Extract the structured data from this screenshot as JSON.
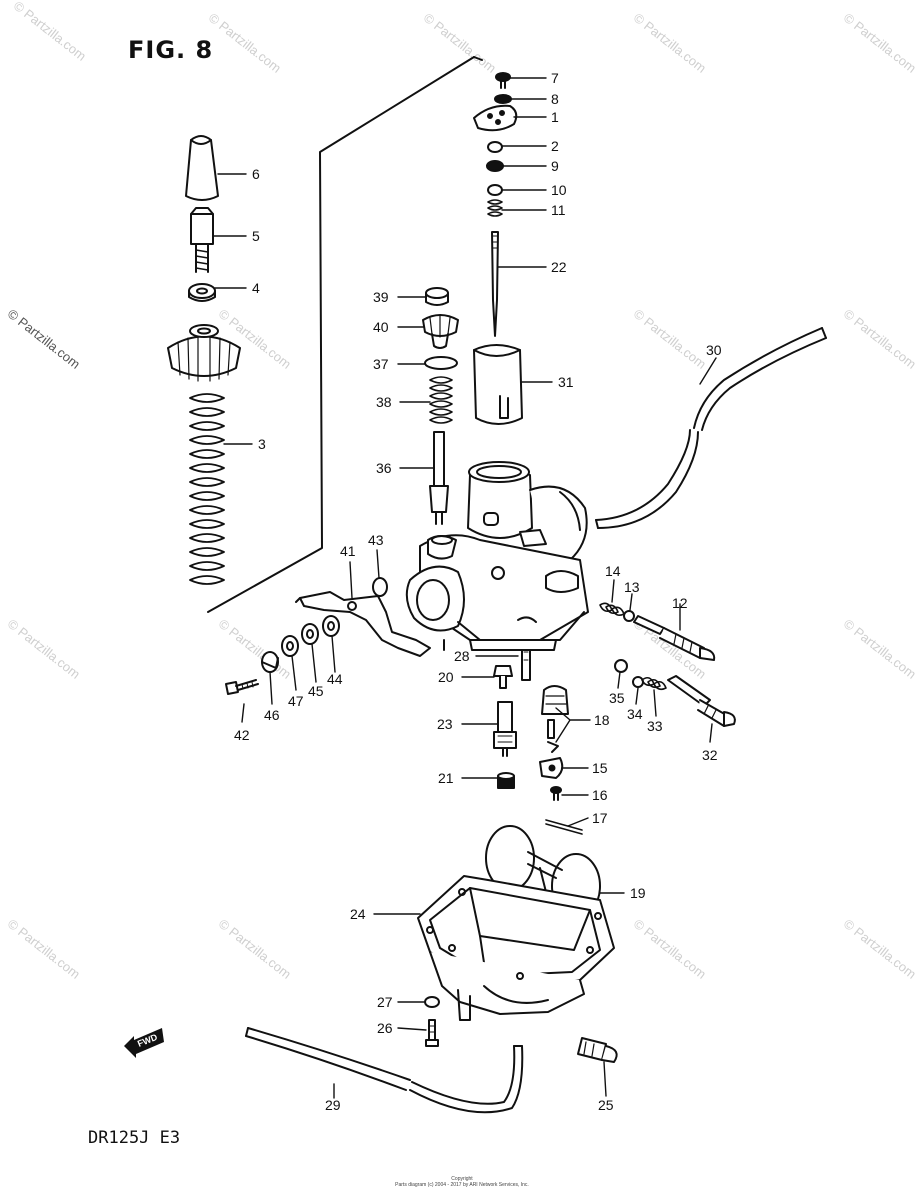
{
  "figure": {
    "title": "FIG. 8",
    "model": "DR125J  E3",
    "copyright_lines": [
      "Copyright",
      "Parts diagram (c) 2004 - 2017 by ARI Network Services, Inc."
    ],
    "watermark": "© Partzilla.com",
    "fwd_marker": "FWD"
  },
  "callouts": [
    {
      "id": "7",
      "label": "7"
    },
    {
      "id": "8",
      "label": "8"
    },
    {
      "id": "1",
      "label": "1"
    },
    {
      "id": "2",
      "label": "2"
    },
    {
      "id": "9",
      "label": "9"
    },
    {
      "id": "10",
      "label": "10"
    },
    {
      "id": "11",
      "label": "11"
    },
    {
      "id": "22",
      "label": "22"
    },
    {
      "id": "6",
      "label": "6"
    },
    {
      "id": "5",
      "label": "5"
    },
    {
      "id": "4",
      "label": "4"
    },
    {
      "id": "3",
      "label": "3"
    },
    {
      "id": "39",
      "label": "39"
    },
    {
      "id": "40",
      "label": "40"
    },
    {
      "id": "37",
      "label": "37"
    },
    {
      "id": "38",
      "label": "38"
    },
    {
      "id": "36",
      "label": "36"
    },
    {
      "id": "31",
      "label": "31"
    },
    {
      "id": "30",
      "label": "30"
    },
    {
      "id": "41",
      "label": "41"
    },
    {
      "id": "43",
      "label": "43"
    },
    {
      "id": "14",
      "label": "14"
    },
    {
      "id": "13",
      "label": "13"
    },
    {
      "id": "12",
      "label": "12"
    },
    {
      "id": "28",
      "label": "28"
    },
    {
      "id": "20",
      "label": "20"
    },
    {
      "id": "42",
      "label": "42"
    },
    {
      "id": "46",
      "label": "46"
    },
    {
      "id": "47",
      "label": "47"
    },
    {
      "id": "45",
      "label": "45"
    },
    {
      "id": "44",
      "label": "44"
    },
    {
      "id": "35",
      "label": "35"
    },
    {
      "id": "34",
      "label": "34"
    },
    {
      "id": "33",
      "label": "33"
    },
    {
      "id": "32",
      "label": "32"
    },
    {
      "id": "23",
      "label": "23"
    },
    {
      "id": "18",
      "label": "18"
    },
    {
      "id": "15",
      "label": "15"
    },
    {
      "id": "21",
      "label": "21"
    },
    {
      "id": "16",
      "label": "16"
    },
    {
      "id": "17",
      "label": "17"
    },
    {
      "id": "19",
      "label": "19"
    },
    {
      "id": "24",
      "label": "24"
    },
    {
      "id": "27",
      "label": "27"
    },
    {
      "id": "26",
      "label": "26"
    },
    {
      "id": "29",
      "label": "29"
    },
    {
      "id": "25",
      "label": "25"
    }
  ]
}
